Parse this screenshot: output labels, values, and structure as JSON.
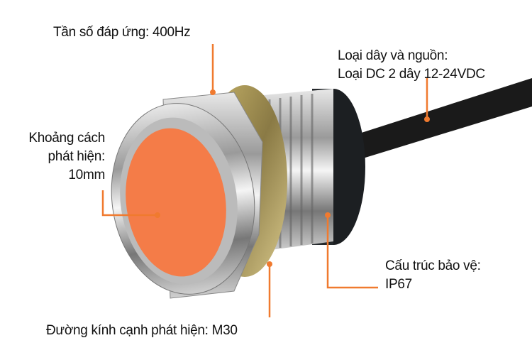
{
  "accent_color": "#f07a2f",
  "face_color": "#f47c48",
  "callouts": {
    "frequency": {
      "text": "Tần số đáp ứng: 400Hz"
    },
    "wiring": {
      "line1": "Loại dây và nguồn:",
      "line2": "Loại DC 2 dây 12-24VDC"
    },
    "distance": {
      "line1": "Khoảng cách",
      "line2": "phát hiện:",
      "line3": "10mm"
    },
    "protection": {
      "line1": "Cấu trúc bảo vệ:",
      "line2": "IP67"
    },
    "diameter": {
      "text": "Đường kính cạnh phát hiện: M30"
    }
  }
}
